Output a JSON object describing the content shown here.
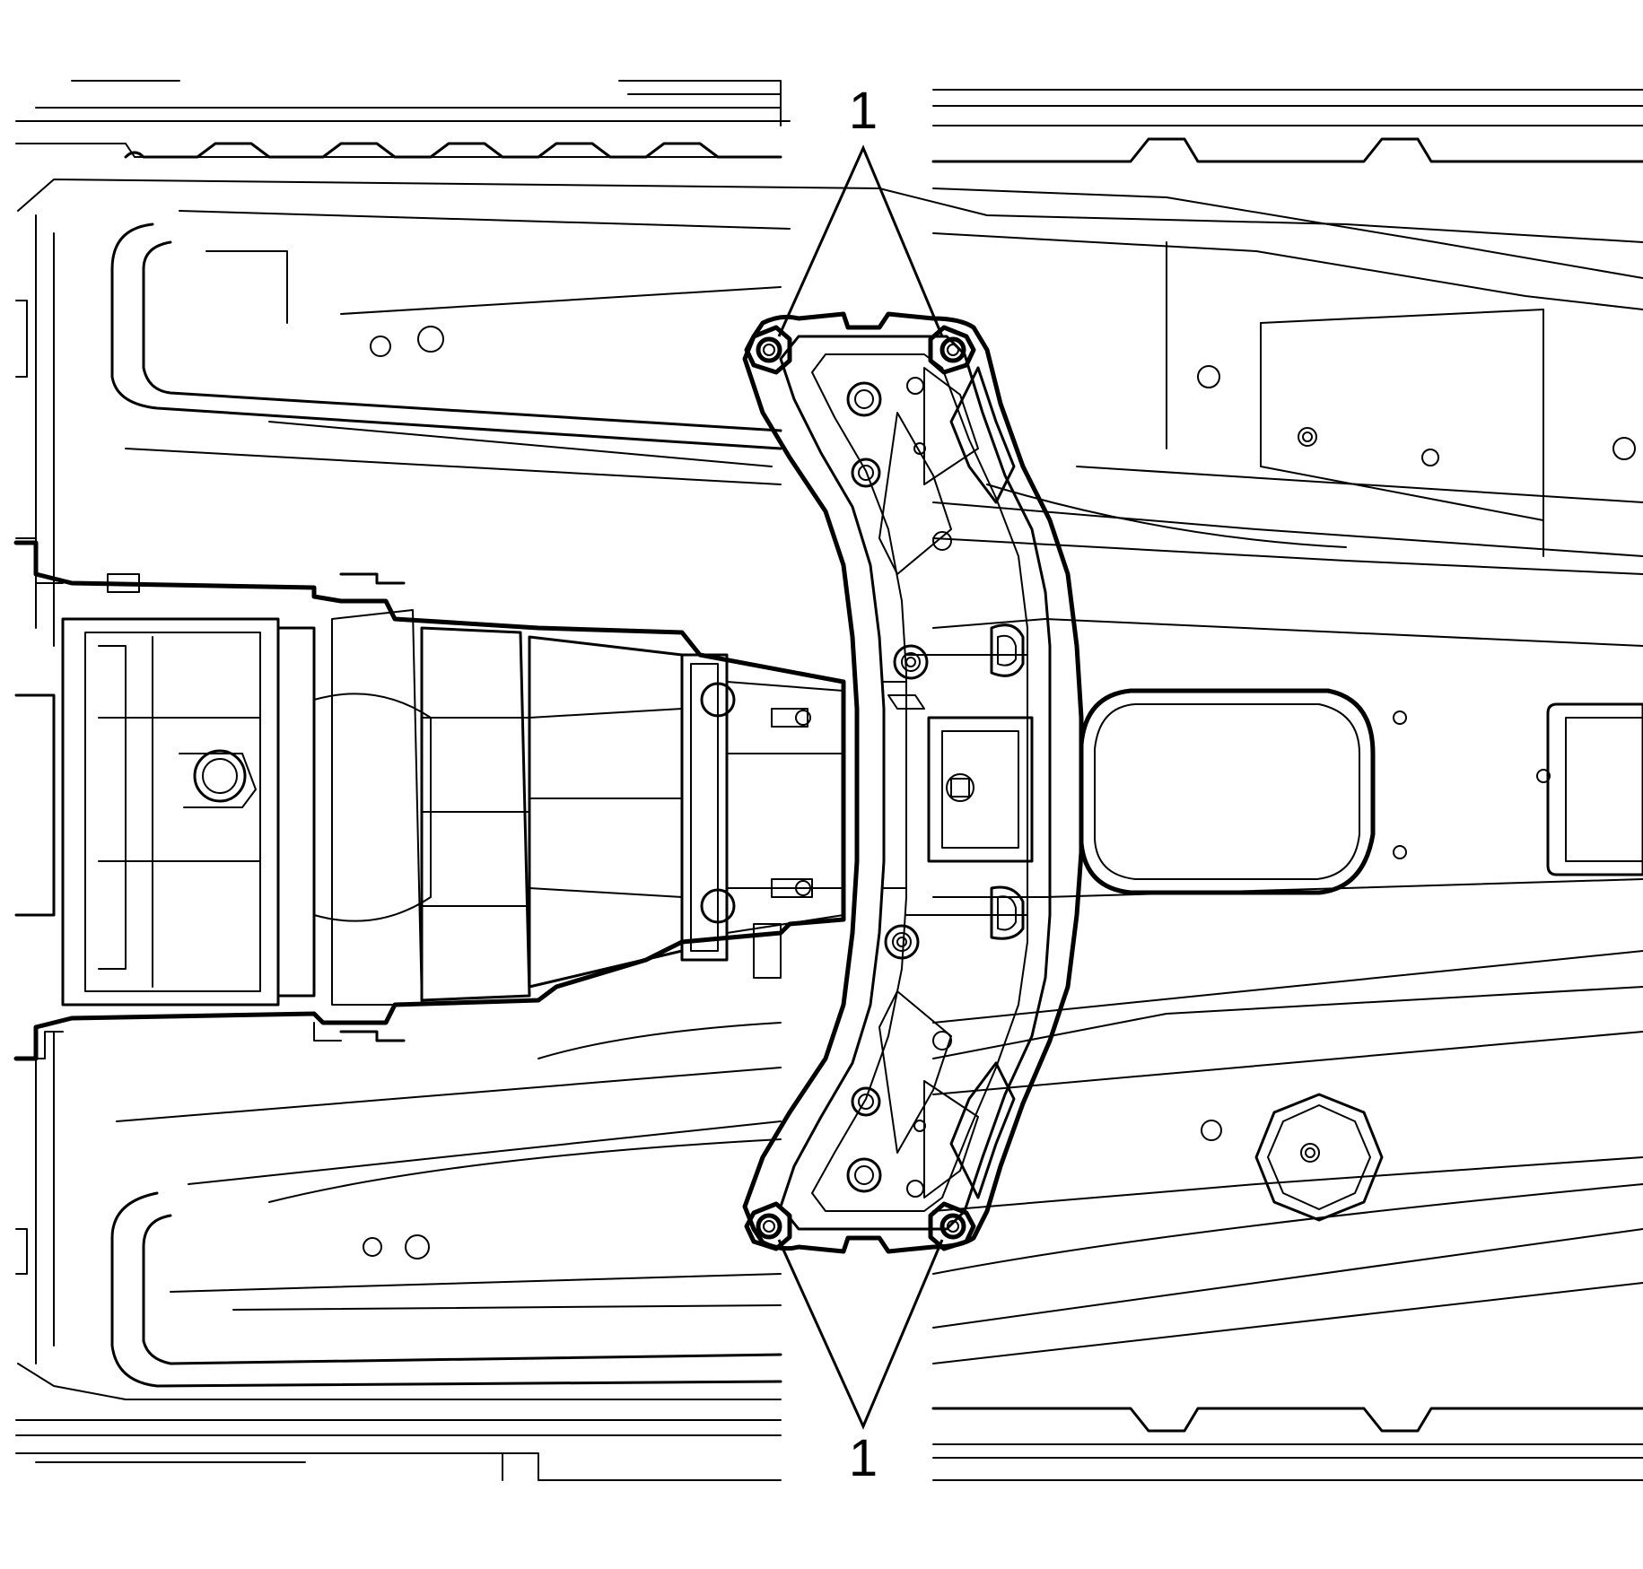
{
  "diagram": {
    "callouts": [
      {
        "id": "top",
        "label": "1"
      },
      {
        "id": "bottom",
        "label": "1"
      }
    ],
    "colors": {
      "line": "#000000",
      "background": "#ffffff"
    }
  }
}
